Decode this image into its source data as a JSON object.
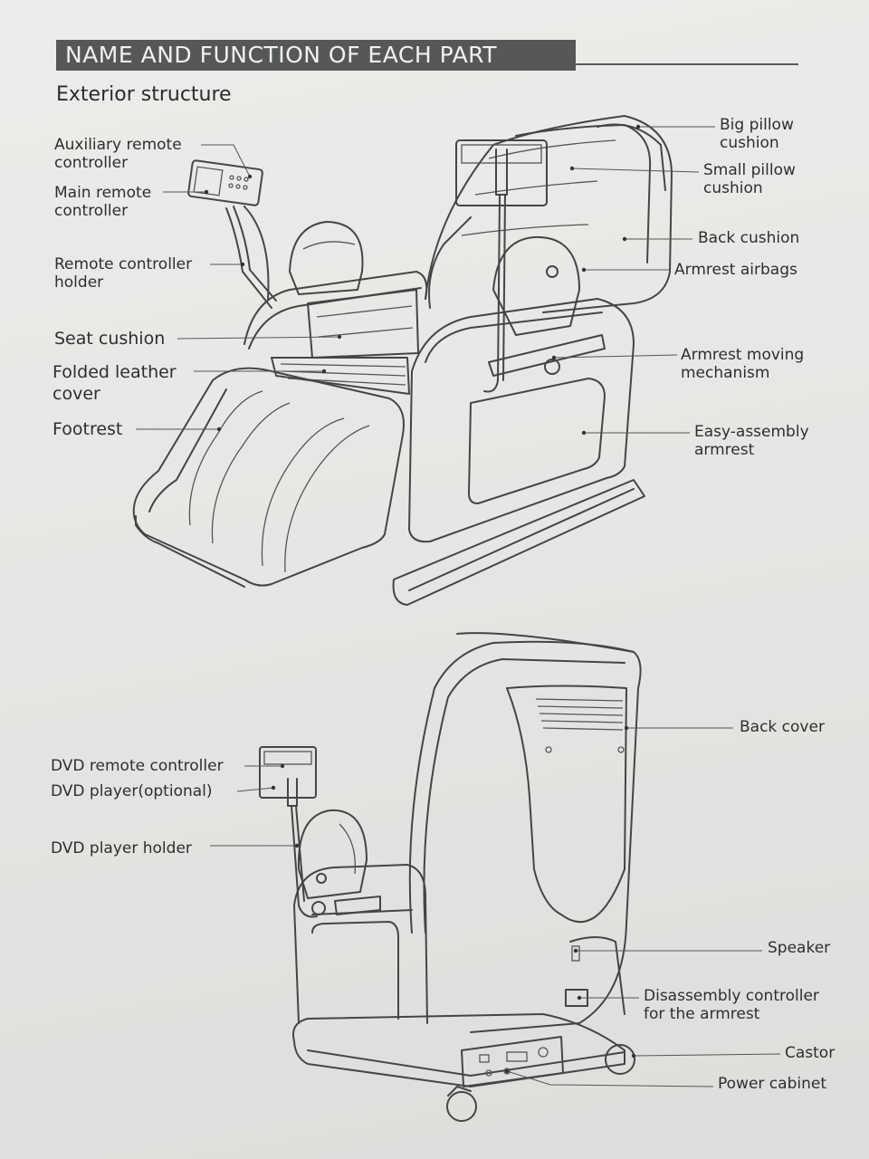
{
  "header": {
    "title": "NAME AND FUNCTION OF EACH PART",
    "subtitle": "Exterior structure"
  },
  "front_labels": {
    "auxiliary_remote": [
      "Auxiliary remote",
      "controller"
    ],
    "main_remote": [
      "Main remote",
      "controller"
    ],
    "remote_holder": [
      "Remote controller",
      "holder"
    ],
    "seat_cushion": "Seat cushion",
    "folded_leather": [
      "Folded leather",
      "cover"
    ],
    "footrest": "Footrest",
    "big_pillow": [
      "Big pillow",
      "cushion"
    ],
    "small_pillow": [
      "Small pillow",
      "cushion"
    ],
    "back_cushion": "Back cushion",
    "armrest_airbags": "Armrest airbags",
    "armrest_moving": [
      "Armrest moving",
      "mechanism"
    ],
    "easy_assembly": [
      "Easy-assembly",
      "armrest"
    ]
  },
  "back_labels": {
    "back_cover": "Back cover",
    "dvd_remote": "DVD remote controller",
    "dvd_player": "DVD player(optional)",
    "dvd_holder": "DVD player holder",
    "speaker": "Speaker",
    "disassembly": [
      "Disassembly controller",
      "for the armrest"
    ],
    "castor": "Castor",
    "power_cabinet": "Power cabinet"
  }
}
